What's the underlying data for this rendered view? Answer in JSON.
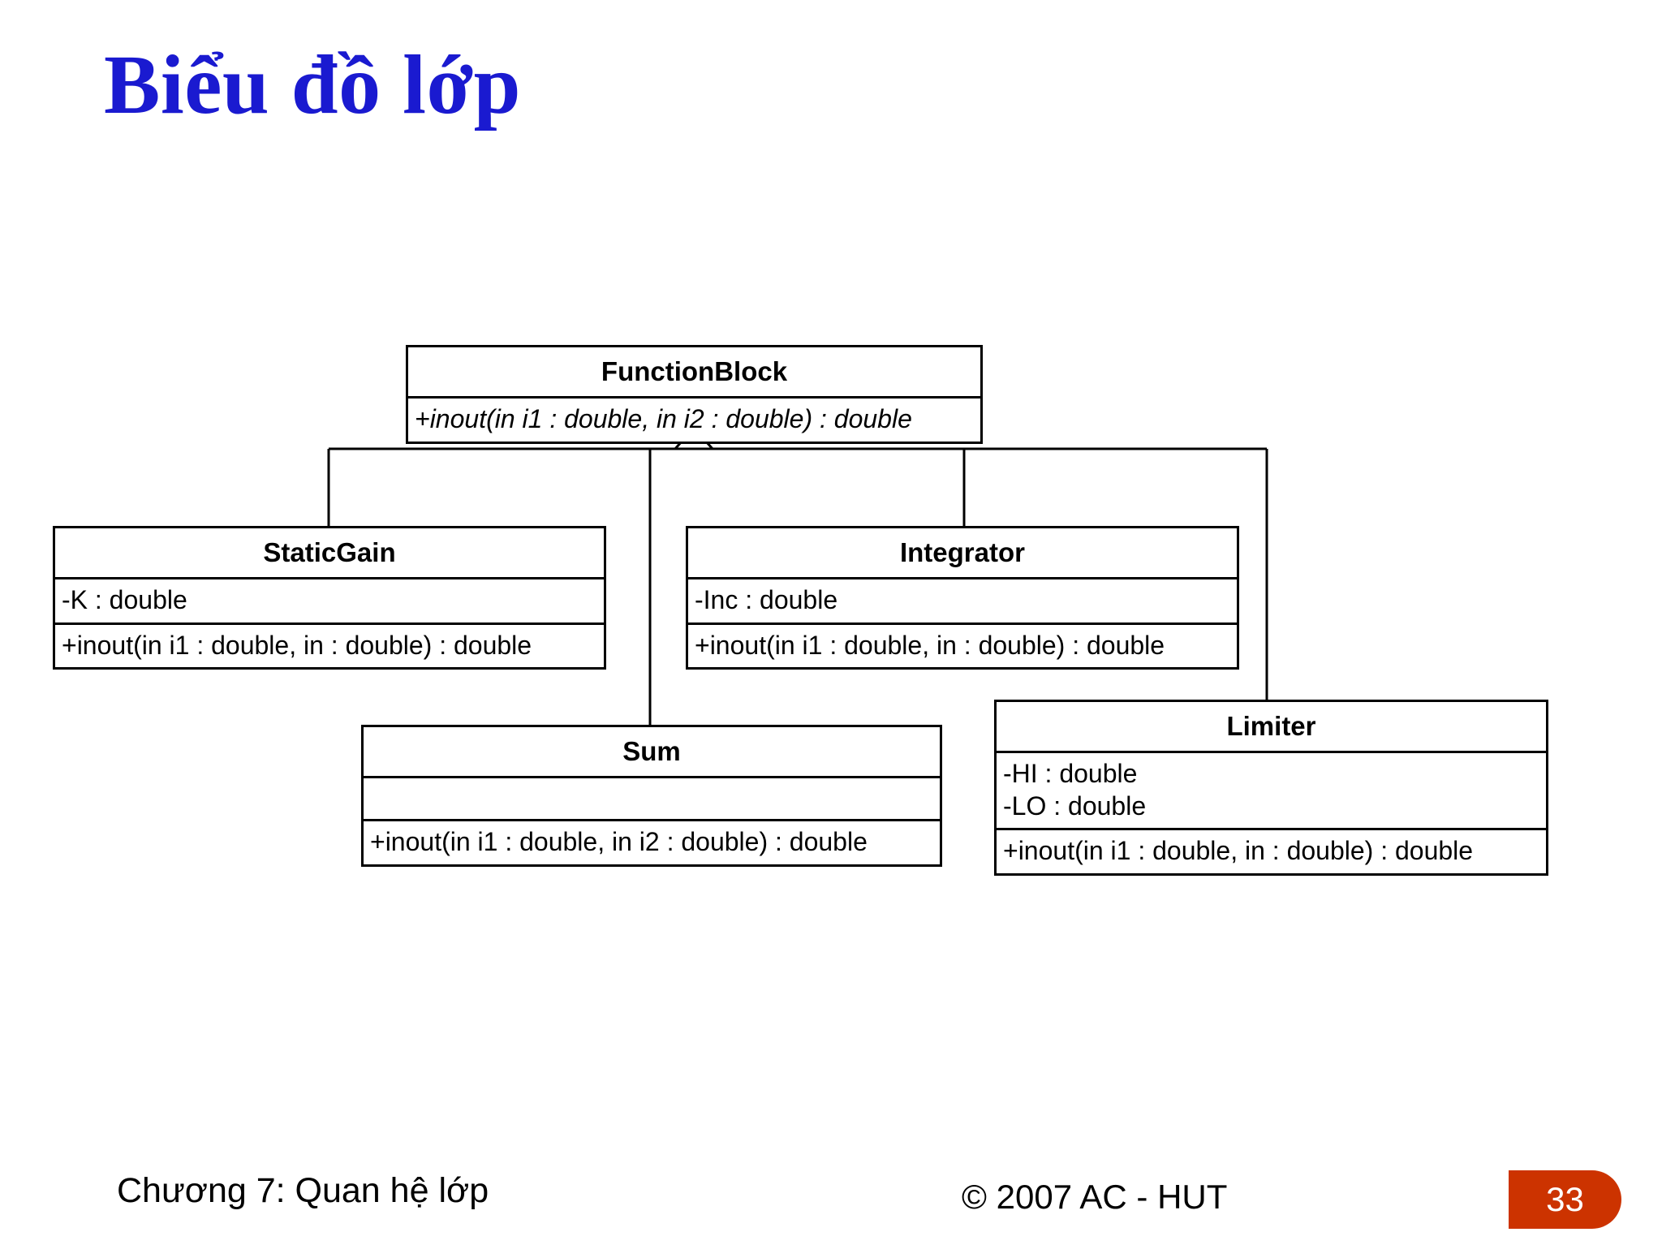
{
  "slide": {
    "title": "Biểu đồ lớp",
    "title_color": "#1a1ad0",
    "page_number": "33"
  },
  "diagram": {
    "kind": "uml-class-diagram",
    "relationship": "generalization",
    "parent": "FunctionBlock",
    "children": [
      "StaticGain",
      "Integrator",
      "Sum",
      "Limiter"
    ],
    "classes": [
      {
        "id": "functionblock",
        "name": "FunctionBlock",
        "abstract": true,
        "attributes": [],
        "operations": [
          "+inout(in i1 : double, in i2 : double) : double"
        ]
      },
      {
        "id": "staticgain",
        "name": "StaticGain",
        "abstract": false,
        "attributes": [
          "-K : double"
        ],
        "operations": [
          "+inout(in i1 : double, in  : double) : double"
        ]
      },
      {
        "id": "integrator",
        "name": "Integrator",
        "abstract": false,
        "attributes": [
          "-Inc : double"
        ],
        "operations": [
          "+inout(in i1 : double, in  : double) : double"
        ]
      },
      {
        "id": "sum",
        "name": "Sum",
        "abstract": false,
        "attributes": [],
        "operations": [
          "+inout(in i1 : double, in i2 : double) : double"
        ]
      },
      {
        "id": "limiter",
        "name": "Limiter",
        "abstract": false,
        "attributes": [
          "-HI : double",
          "-LO : double"
        ],
        "operations": [
          "+inout(in i1 : double, in  : double) : double"
        ]
      }
    ]
  },
  "footer": {
    "left": "Chương 7: Quan hệ lớp",
    "center": "© 2007 AC - HUT",
    "badge_color": "#cc3300"
  }
}
